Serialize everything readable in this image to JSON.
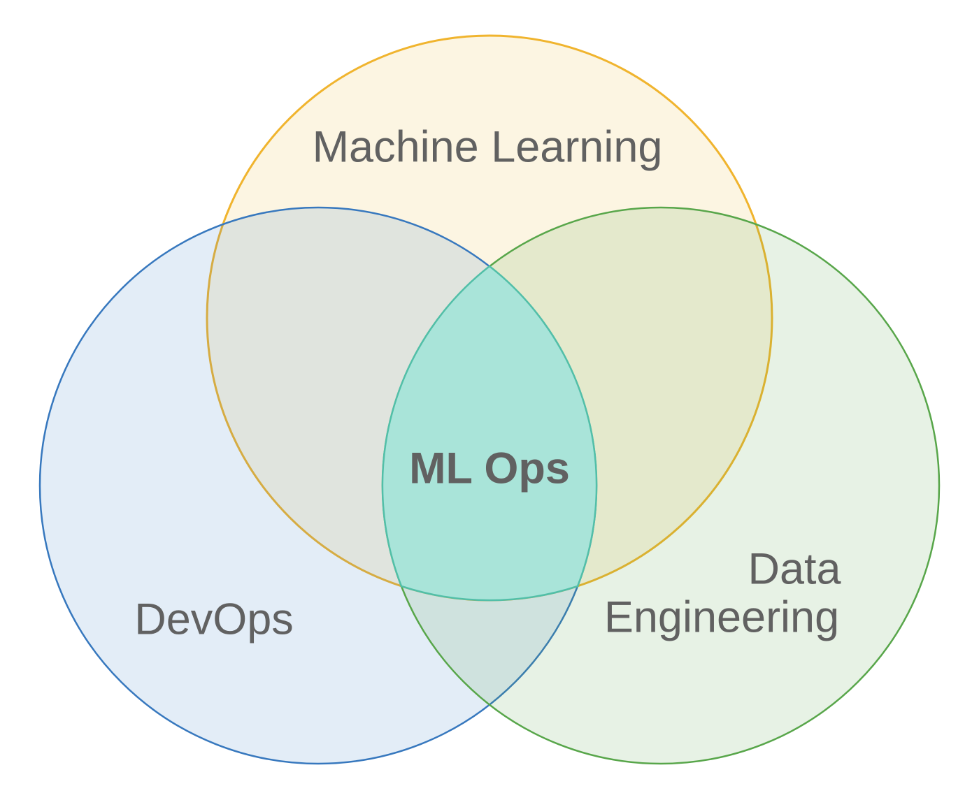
{
  "diagram": {
    "type": "venn",
    "background": "#FFFFFF",
    "text_color": "#616161",
    "sets": [
      {
        "id": "machine-learning",
        "label": "Machine Learning",
        "stroke": "#F0B42E",
        "fill_rgba": "rgba(237, 183, 53, 0.14)"
      },
      {
        "id": "devops",
        "label": "DevOps",
        "stroke": "#3778BE",
        "fill_rgba": "rgba(59, 124, 196, 0.14)"
      },
      {
        "id": "data-engineering",
        "label": "Data Engineering",
        "label_line1": "Data",
        "label_line2": "Engineering",
        "stroke": "#58A64A",
        "fill_rgba": "rgba(88, 166, 74, 0.14)"
      }
    ],
    "intersection": {
      "label": "ML Ops",
      "fill": "#A9E4D9",
      "stroke": "#52BFA8"
    }
  }
}
